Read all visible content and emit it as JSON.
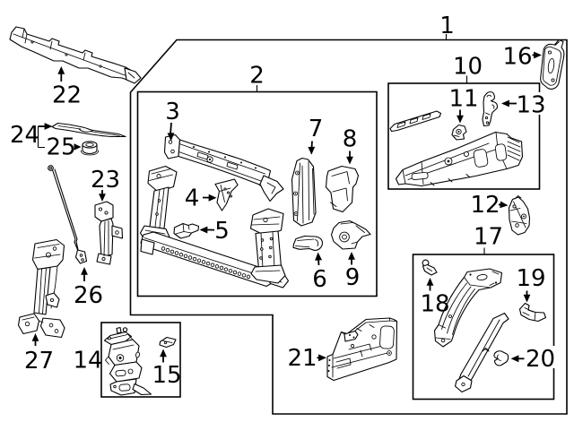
{
  "diagram": {
    "type": "exploded-parts-line-diagram",
    "background_color": "#ffffff",
    "line_color": "#000000",
    "callouts": [
      {
        "number": "1"
      },
      {
        "number": "2"
      },
      {
        "number": "3"
      },
      {
        "number": "4"
      },
      {
        "number": "5"
      },
      {
        "number": "6"
      },
      {
        "number": "7"
      },
      {
        "number": "8"
      },
      {
        "number": "9"
      },
      {
        "number": "10"
      },
      {
        "number": "11"
      },
      {
        "number": "12"
      },
      {
        "number": "13"
      },
      {
        "number": "14"
      },
      {
        "number": "15"
      },
      {
        "number": "16"
      },
      {
        "number": "17"
      },
      {
        "number": "18"
      },
      {
        "number": "19"
      },
      {
        "number": "20"
      },
      {
        "number": "21"
      },
      {
        "number": "22"
      },
      {
        "number": "23"
      },
      {
        "number": "24"
      },
      {
        "number": "25"
      },
      {
        "number": "26"
      },
      {
        "number": "27"
      }
    ]
  }
}
